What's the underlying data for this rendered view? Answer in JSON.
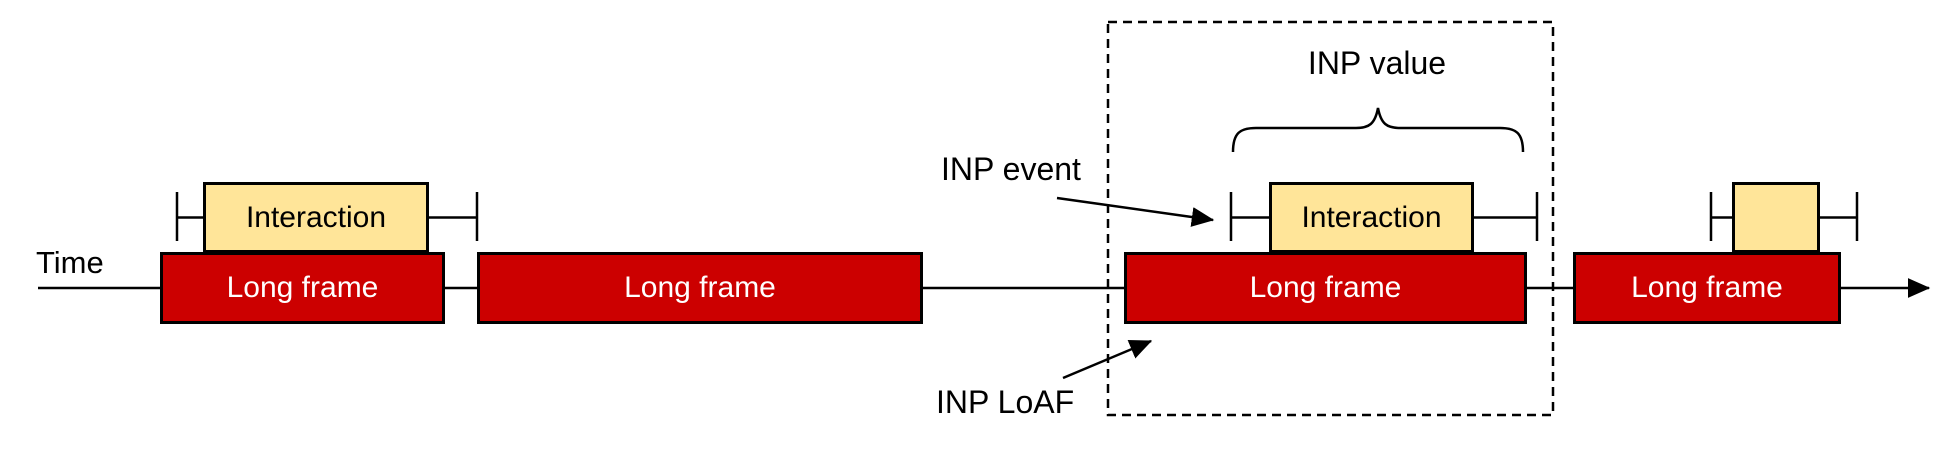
{
  "axis": {
    "label": "Time"
  },
  "annotations": {
    "inp_event": "INP event",
    "inp_value": "INP value",
    "inp_loaf": "INP LoAF"
  },
  "long_frames": [
    {
      "label": "Long frame"
    },
    {
      "label": "Long frame"
    },
    {
      "label": "Long frame"
    },
    {
      "label": "Long frame"
    }
  ],
  "interactions": [
    {
      "label": "Interaction"
    },
    {
      "label": "Interaction"
    },
    {
      "label": ""
    }
  ],
  "colors": {
    "background": "#ffffff",
    "long_frame_fill": "#cc0000",
    "long_frame_text": "#ffffff",
    "interaction_fill": "#ffe599",
    "interaction_text": "#000000",
    "stroke": "#000000"
  }
}
